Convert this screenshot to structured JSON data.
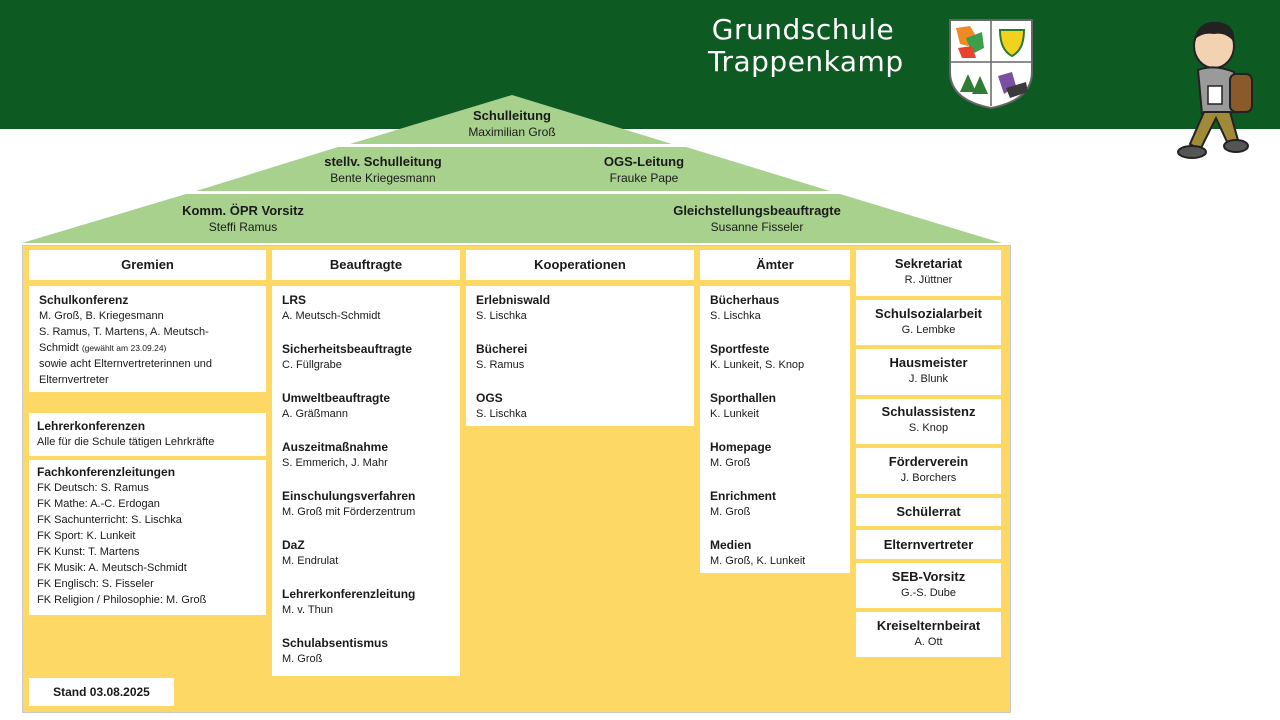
{
  "header": {
    "school_name": "Grundschule\nTrappenkamp",
    "crest_icon": "school-crest-icon",
    "mascot_icon": "student-mascot-icon",
    "colors": {
      "banner": "#0e5a23",
      "roof": "#a9d18e",
      "house": "#fdd865"
    }
  },
  "roof": {
    "schulleitung": {
      "title": "Schulleitung",
      "name": "Maximilian Groß"
    },
    "stellv": {
      "title": "stellv. Schulleitung",
      "name": "Bente Kriegesmann"
    },
    "ogs_leitung": {
      "title": "OGS-Leitung",
      "name": "Frauke Pape"
    },
    "oepr": {
      "title": "Komm. ÖPR Vorsitz",
      "name": "Steffi Ramus"
    },
    "gleich": {
      "title": "Gleichstellungsbeauftragte",
      "name": "Susanne Fisseler"
    }
  },
  "columns": {
    "gremien": {
      "header": "Gremien",
      "schulkonferenz": {
        "title": "Schulkonferenz",
        "l1": "M. Groß, B. Kriegesmann",
        "l2": "S. Ramus, T. Martens, A. Meutsch-",
        "l3": "Schmidt",
        "l3_small": "(gewählt am 23.09.24)",
        "l4": "sowie acht Elternvertreterinnen  und",
        "l5": "Elternvertreter"
      },
      "lehrerkonferenzen": {
        "title": "Lehrerkonferenzen",
        "sub": "Alle für die Schule tätigen Lehrkräfte"
      },
      "fachkonferenz": {
        "title": "Fachkonferenzleitungen",
        "lines": [
          "FK Deutsch: S. Ramus",
          "FK Mathe: A.-C. Erdogan",
          "FK Sachunterricht: S. Lischka",
          "FK Sport: K. Lunkeit",
          "FK Kunst: T. Martens",
          "FK Musik: A. Meutsch-Schmidt",
          "FK Englisch: S. Fisseler",
          "FK Religion / Philosophie: M. Groß"
        ]
      }
    },
    "beauftragte": {
      "header": "Beauftragte",
      "items": [
        {
          "title": "LRS",
          "name": "A. Meutsch-Schmidt"
        },
        {
          "title": "Sicherheitsbeauftragte",
          "name": "C. Füllgrabe"
        },
        {
          "title": "Umweltbeauftragte",
          "name": "A. Gräßmann"
        },
        {
          "title": "Auszeitmaßnahme",
          "name": "S. Emmerich, J. Mahr"
        },
        {
          "title": "Einschulungsverfahren",
          "name": "M. Groß mit Förderzentrum"
        },
        {
          "title": "DaZ",
          "name": "M. Endrulat"
        },
        {
          "title": "Lehrerkonferenzleitung",
          "name": "M. v. Thun"
        },
        {
          "title": "Schulabsentismus",
          "name": "M. Groß"
        }
      ]
    },
    "kooperationen": {
      "header": "Kooperationen",
      "items": [
        {
          "title": "Erlebniswald",
          "name": "S. Lischka"
        },
        {
          "title": "Bücherei",
          "name": "S. Ramus"
        },
        {
          "title": "OGS",
          "name": "S. Lischka"
        }
      ]
    },
    "aemter": {
      "header": "Ämter",
      "items": [
        {
          "title": "Bücherhaus",
          "name": "S. Lischka"
        },
        {
          "title": "Sportfeste",
          "name": "K. Lunkeit, S. Knop"
        },
        {
          "title": "Sporthallen",
          "name": "K. Lunkeit"
        },
        {
          "title": "Homepage",
          "name": "M. Groß"
        },
        {
          "title": "Enrichment",
          "name": "M. Groß"
        },
        {
          "title": "Medien",
          "name": "M. Groß, K. Lunkeit"
        }
      ]
    }
  },
  "side": [
    {
      "title": "Sekretariat",
      "name": "R. Jüttner"
    },
    {
      "title": "Schulsozialarbeit",
      "name": "G. Lembke"
    },
    {
      "title": "Hausmeister",
      "name": "J. Blunk"
    },
    {
      "title": "Schulassistenz",
      "name": "S. Knop"
    },
    {
      "title": "Förderverein",
      "name": "J. Borchers"
    },
    {
      "title": "Schülerrat"
    },
    {
      "title": "Elternvertreter"
    },
    {
      "title": "SEB-Vorsitz",
      "name": "G.-S. Dube"
    },
    {
      "title": "Kreiselternbeirat",
      "name": "A. Ott"
    }
  ],
  "stand": "Stand 03.08.2025"
}
